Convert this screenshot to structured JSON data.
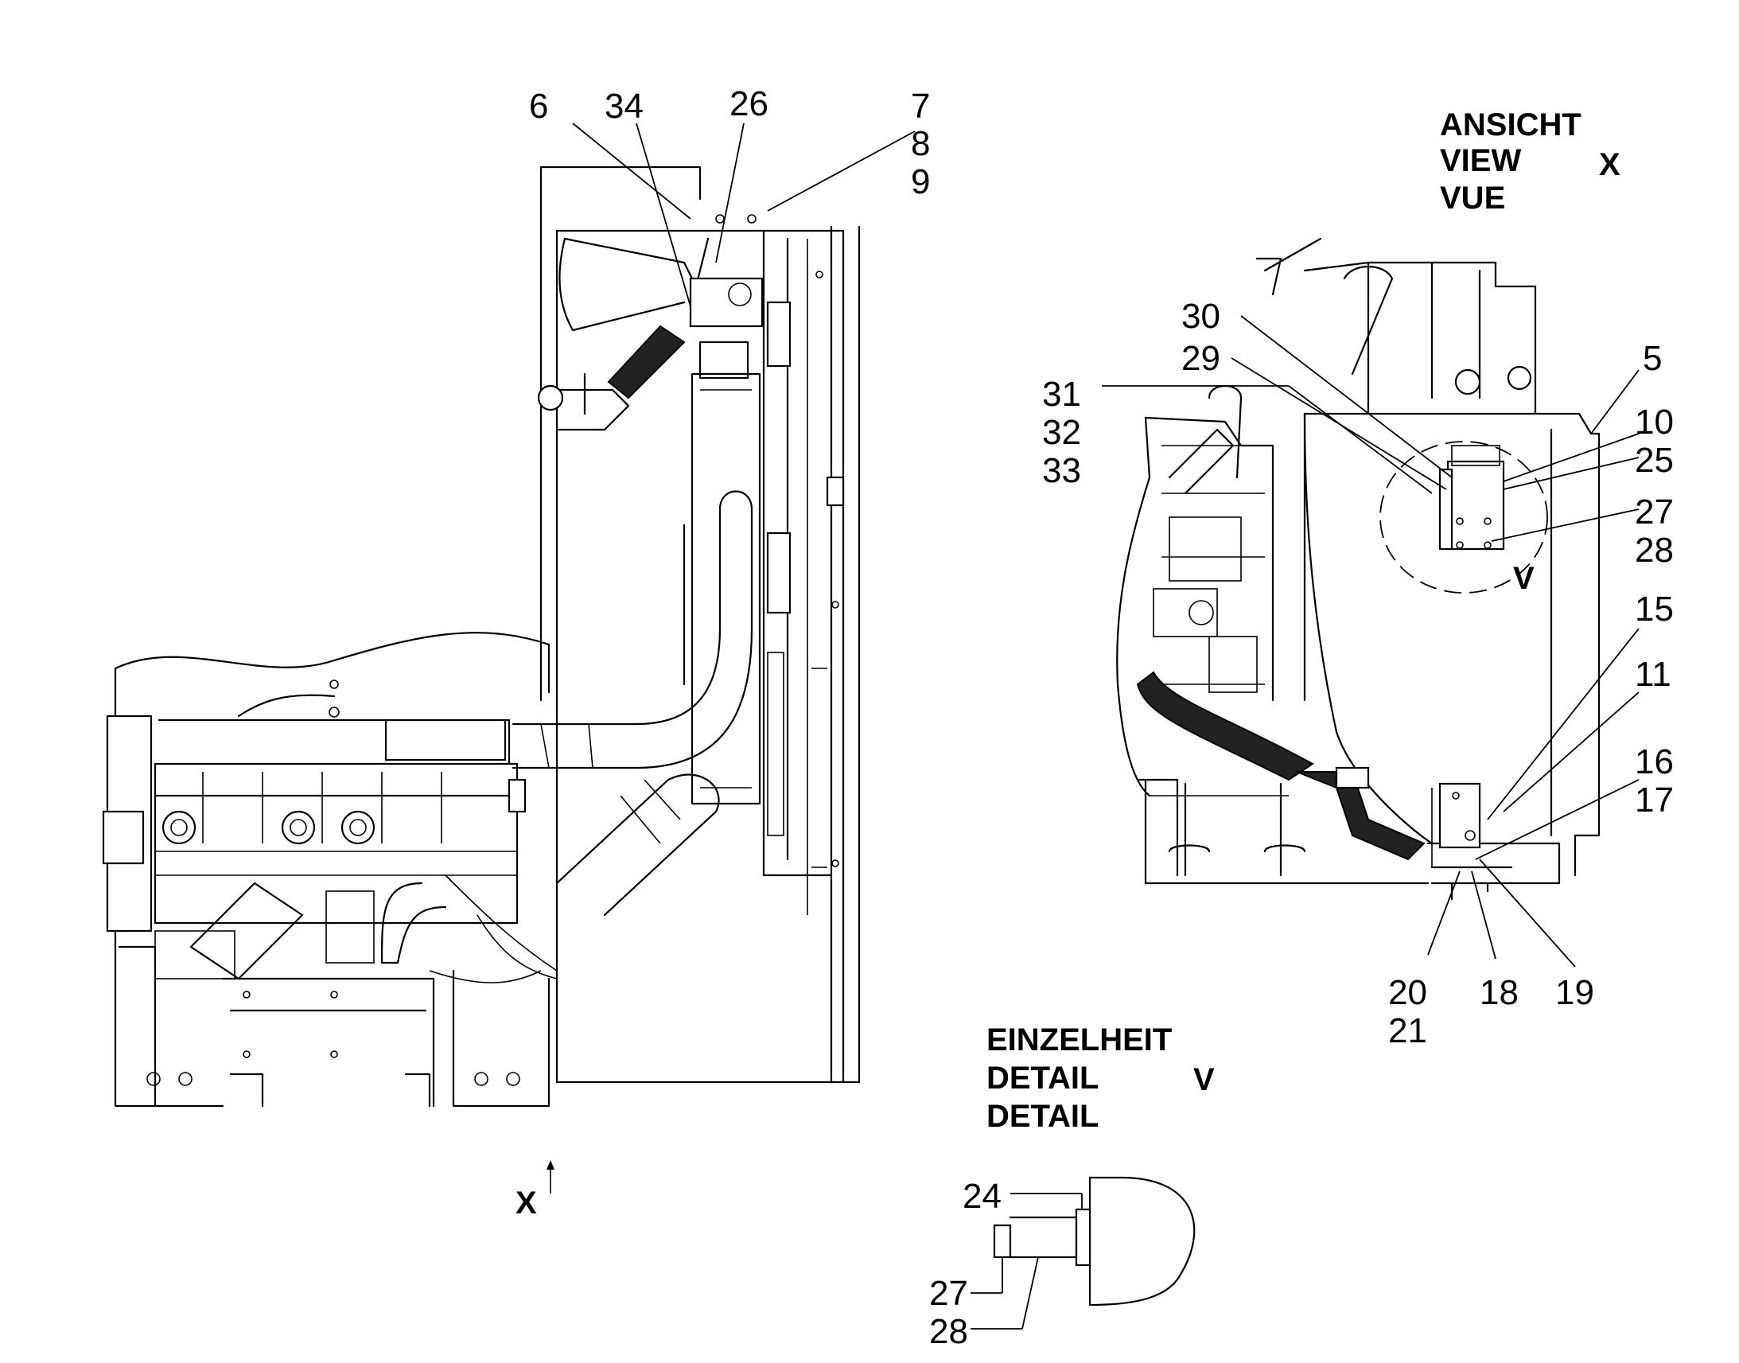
{
  "callouts": {
    "c6": "6",
    "c34": "34",
    "c26": "26",
    "c7": "7",
    "c8": "8",
    "c9": "9",
    "c30": "30",
    "c29": "29",
    "c31": "31",
    "c32": "32",
    "c33": "33",
    "c5": "5",
    "c10": "10",
    "c25": "25",
    "c27": "27",
    "c28": "28",
    "c15": "15",
    "c11": "11",
    "c16": "16",
    "c17": "17",
    "c20": "20",
    "c21": "21",
    "c18": "18",
    "c19": "19",
    "d24": "24",
    "d27": "27",
    "d28": "28"
  },
  "view_x": {
    "line1": "ANSICHT",
    "line2": "VIEW",
    "line3": "VUE",
    "letter": "X"
  },
  "detail_v": {
    "line1": "EINZELHEIT",
    "line2": "DETAIL",
    "line3": "DETAIL",
    "letter": "V",
    "circle_letter": "V"
  },
  "view_arrow_label": "X"
}
